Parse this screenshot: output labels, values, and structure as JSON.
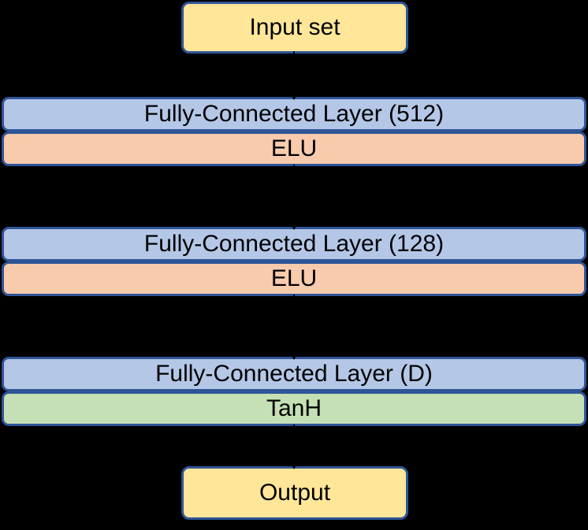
{
  "diagram": {
    "title": "fully-connected-network-architecture",
    "background_color": "#000000",
    "border_color": "#2f5597",
    "text_color": "#000000",
    "input_node": {
      "label": "Input set",
      "fill": "#ffe699"
    },
    "layers": [
      {
        "fc_label": "Fully-Connected Layer (512)",
        "fc_fill": "#b4c7e7",
        "act_label": "ELU",
        "act_fill": "#f8cbad"
      },
      {
        "fc_label": "Fully-Connected Layer (128)",
        "fc_fill": "#b4c7e7",
        "act_label": "ELU",
        "act_fill": "#f8cbad"
      },
      {
        "fc_label": "Fully-Connected Layer (D)",
        "fc_fill": "#b4c7e7",
        "act_label": "TanH",
        "act_fill": "#c5e0b4"
      }
    ],
    "output_node": {
      "label": "Output",
      "fill": "#ffe699"
    },
    "connector_color": "#000000"
  }
}
